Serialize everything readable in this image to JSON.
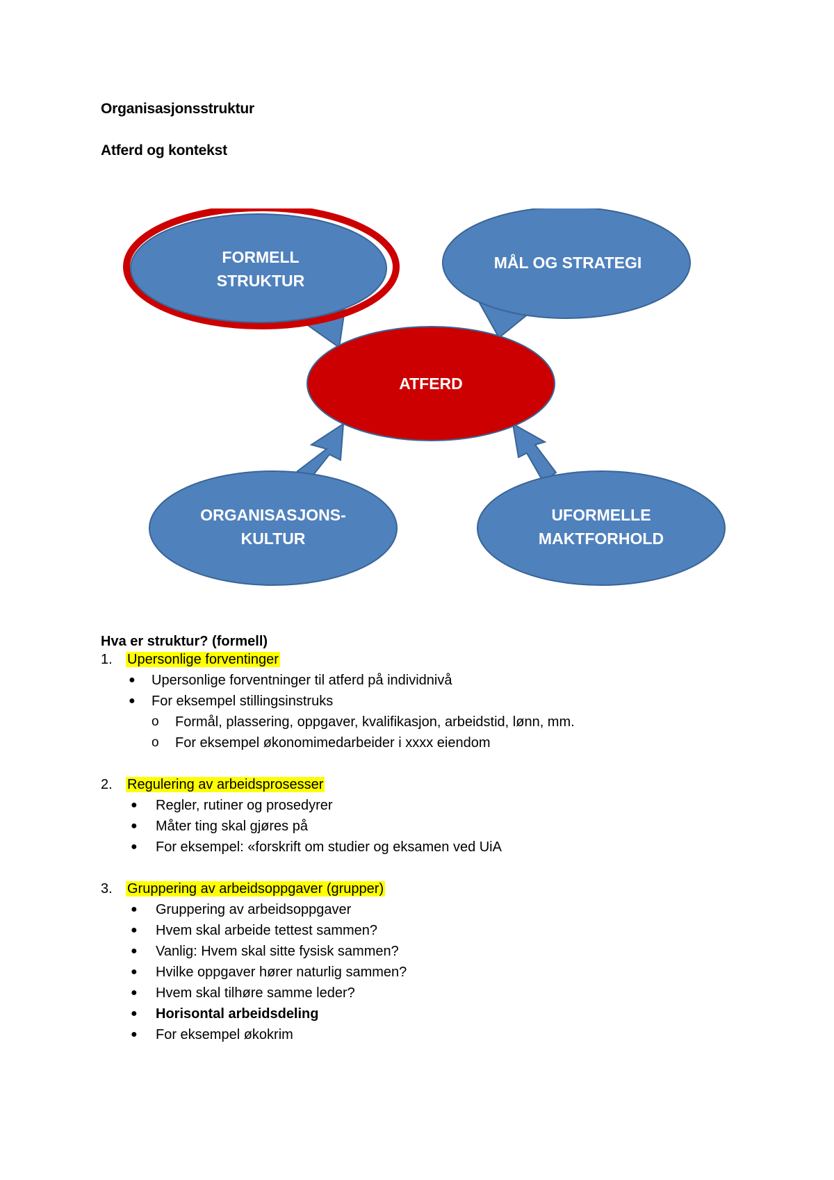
{
  "doc": {
    "title": "Organisasjonsstruktur",
    "subtitle": "Atferd og kontekst"
  },
  "diagram": {
    "center": "ATFERD",
    "nodes": {
      "formell": [
        "FORMELL",
        "STRUKTUR"
      ],
      "mal": [
        "MÅL OG STRATEGI"
      ],
      "kultur": [
        "ORGANISASJONS-",
        "KULTUR"
      ],
      "maktforhold": [
        "UFORMELLE",
        "MAKTFORHOLD"
      ]
    },
    "colors": {
      "node_fill": "#4f81bd",
      "node_stroke": "#3a6596",
      "center_fill": "#cc0000",
      "center_stroke": "#3a6596",
      "highlight_ring": "#cc0000",
      "arrow_fill": "#4f81bd"
    }
  },
  "section": {
    "heading": "Hva er struktur? (formell)",
    "items": [
      {
        "num": "1.",
        "label": "Upersonlige forventinger",
        "bullets": [
          "Upersonlige forventninger til atferd på individnivå",
          "For eksempel stillingsinstruks"
        ],
        "sub_bullets": [
          "Formål, plassering, oppgaver, kvalifikasjon, arbeidstid, lønn, mm.",
          "For eksempel økonomimedarbeider i xxxx eiendom"
        ]
      },
      {
        "num": "2.",
        "label": "Regulering av arbeidsprosesser",
        "bullets": [
          "Regler, rutiner og prosedyrer",
          "Måter ting skal gjøres på",
          "For eksempel: «forskrift om studier og eksamen ved UiA"
        ]
      },
      {
        "num": "3.",
        "label": "Gruppering av arbeidsoppgaver (grupper)",
        "bullets": [
          "Gruppering av arbeidsoppgaver",
          "Hvem skal arbeide tettest sammen?",
          "Vanlig: Hvem skal sitte fysisk sammen?",
          "Hvilke oppgaver hører naturlig sammen?",
          "Hvem skal tilhøre samme leder?",
          "Horisontal arbeidsdeling",
          "For eksempel økokrim"
        ]
      }
    ],
    "markers": {
      "bullet": "●",
      "sub_bullet": "o"
    },
    "highlight_color": "#ffff00"
  }
}
